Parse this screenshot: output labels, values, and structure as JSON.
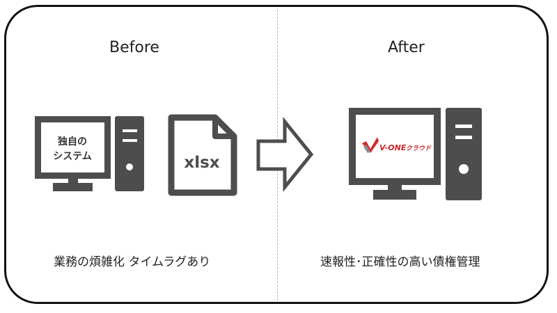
{
  "before": {
    "heading": "Before",
    "monitor_text_line1": "独自の",
    "monitor_text_line2": "システム",
    "file_label": "xlsx",
    "caption": "業務の煩雑化  タイムラグあり"
  },
  "after": {
    "heading": "After",
    "brand_name": "V-ONE",
    "brand_suffix": "クラウド",
    "caption": "速報性･正確性の高い債権管理"
  },
  "icons": {
    "before_computer": "desktop-computer-icon",
    "before_tower": "pc-tower-icon",
    "file": "document-file-icon",
    "arrow": "right-arrow-icon",
    "after_computer": "desktop-computer-icon",
    "after_tower": "pc-tower-icon",
    "logo": "v-one-cloud-logo"
  },
  "colors": {
    "icon_gray": "#4d4d4d",
    "brand_red": "#d6282d",
    "frame": "#111111",
    "divider": "#b4b4b4"
  }
}
